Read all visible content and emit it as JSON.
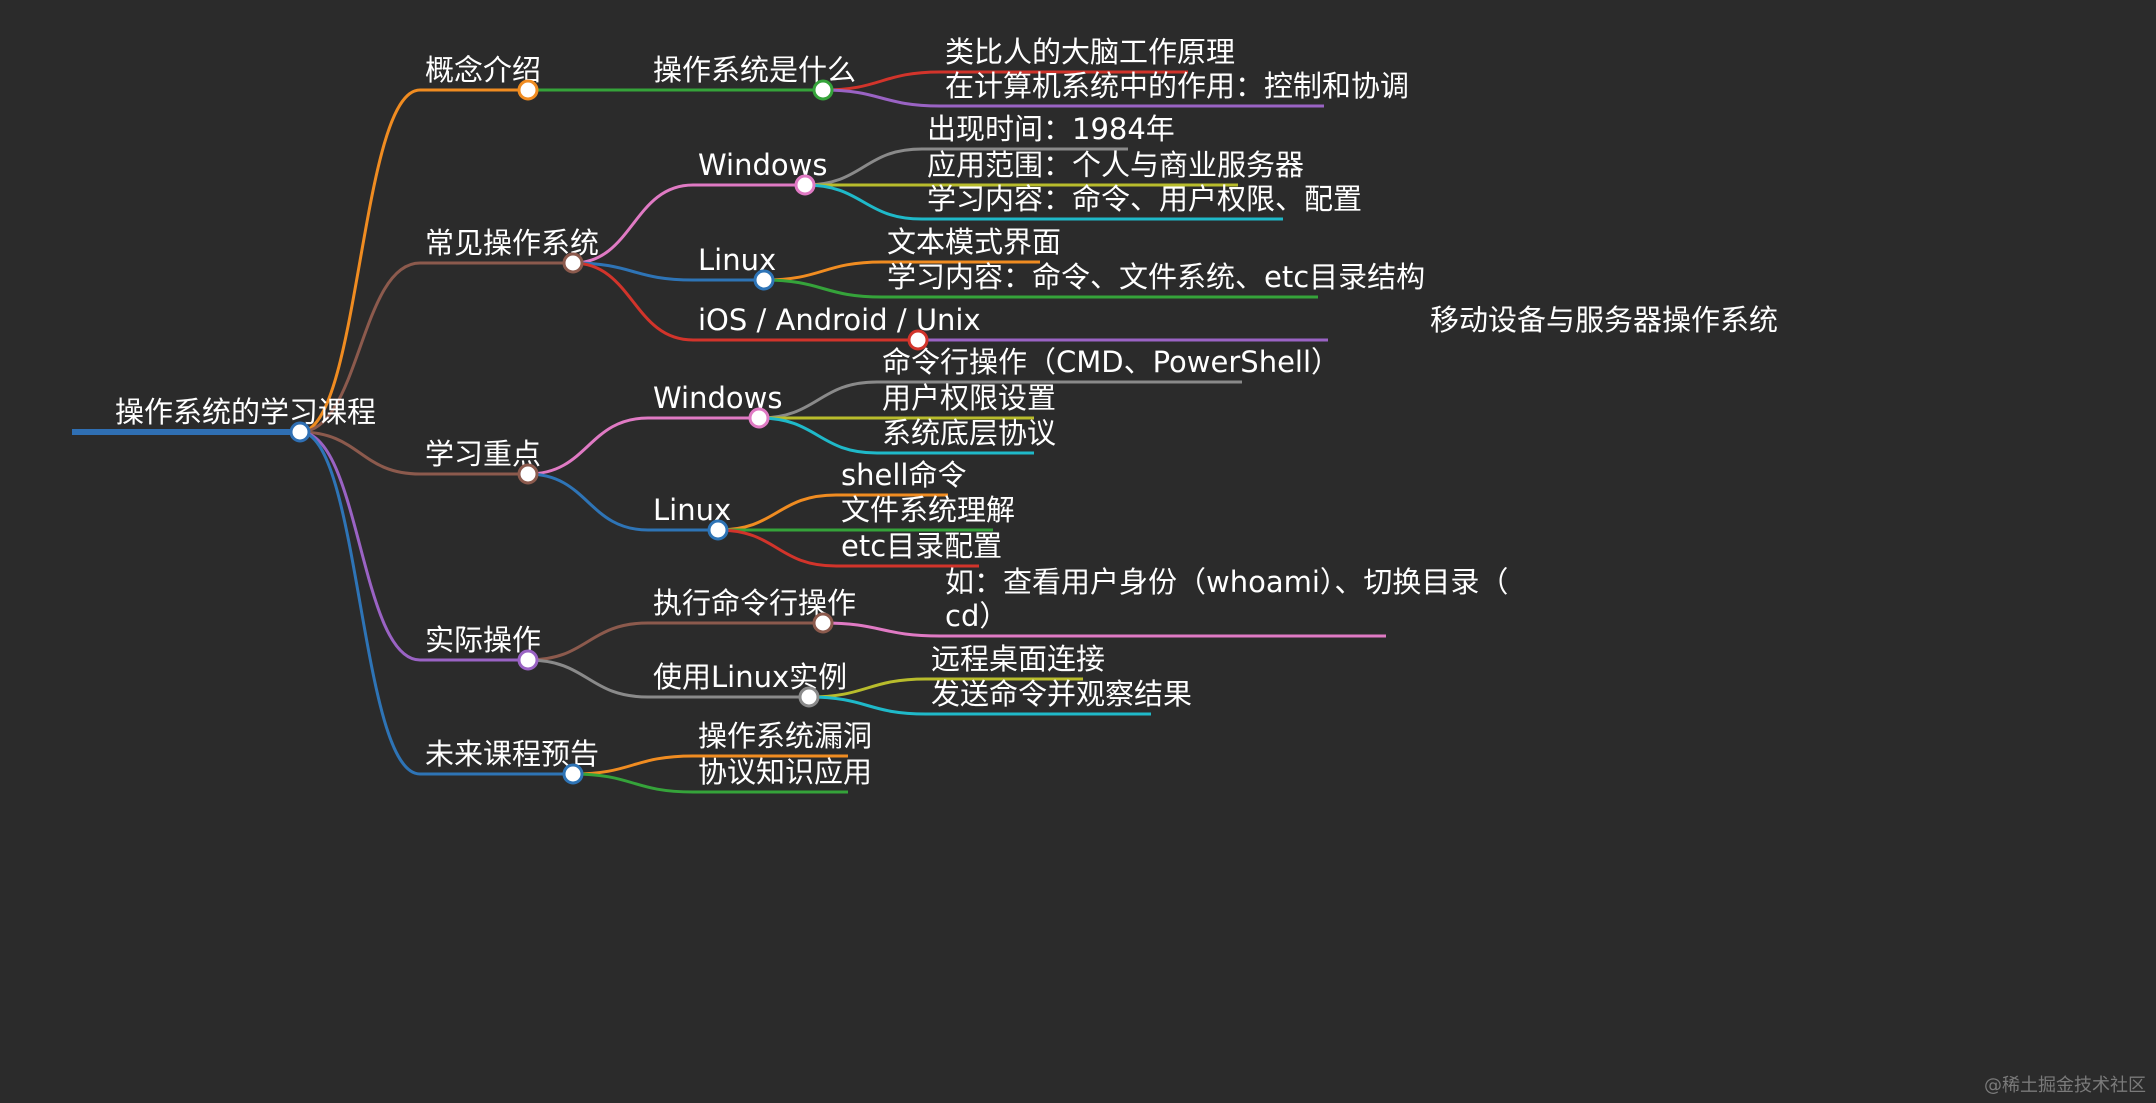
{
  "root": {
    "label": "操作系统的学习课程",
    "color": "#2f6fb3"
  },
  "branches": [
    {
      "label": "概念介绍",
      "color": "#f08c21",
      "children": [
        {
          "label": "操作系统是什么",
          "color": "#35a33a",
          "children": [
            {
              "label": "类比人的大脑工作原理",
              "color": "#d2342b"
            },
            {
              "label": "在计算机系统中的作用：控制和协调",
              "color": "#9a63c4"
            }
          ]
        }
      ]
    },
    {
      "label": "常见操作系统",
      "color": "#8c5a4d",
      "children": [
        {
          "label": "Windows",
          "color": "#e07ac4",
          "children": [
            {
              "label": "出现时间：1984年",
              "color": "#8a8a8a"
            },
            {
              "label": "应用范围：个人与商业服务器",
              "color": "#b8bc2c"
            },
            {
              "label": "学习内容：命令、用户权限、配置",
              "color": "#1fb9c9"
            }
          ]
        },
        {
          "label": "Linux",
          "color": "#2e74b6",
          "children": [
            {
              "label": "文本模式界面",
              "color": "#f08c21"
            },
            {
              "label": "学习内容：命令、文件系统、etc目录结构",
              "color": "#35a33a"
            }
          ]
        },
        {
          "label": "iOS / Android / Unix",
          "color": "#d2342b",
          "children": [
            {
              "label": "移动设备与服务器操作系统",
              "color": "#9a63c4"
            }
          ]
        }
      ]
    },
    {
      "label": "学习重点",
      "color": "#8c5a4d",
      "children": [
        {
          "label": "Windows",
          "color": "#e07ac4",
          "children": [
            {
              "label": "命令行操作（CMD、PowerShell）",
              "color": "#8a8a8a"
            },
            {
              "label": "用户权限设置",
              "color": "#b8bc2c"
            },
            {
              "label": "系统底层协议",
              "color": "#1fb9c9"
            }
          ]
        },
        {
          "label": "Linux",
          "color": "#2e74b6",
          "children": [
            {
              "label": "shell命令",
              "color": "#f08c21"
            },
            {
              "label": "文件系统理解",
              "color": "#35a33a"
            },
            {
              "label": "etc目录配置",
              "color": "#d2342b"
            }
          ]
        }
      ]
    },
    {
      "label": "实际操作",
      "color": "#9a63c4",
      "children": [
        {
          "label": "执行命令行操作",
          "color": "#8c5a4d",
          "children": [
            {
              "label": "如：查看用户身份（whoami）、切换目录（cd）",
              "color": "#e07ac4"
            }
          ]
        },
        {
          "label": "使用Linux实例",
          "color": "#8a8a8a",
          "children": [
            {
              "label": "远程桌面连接",
              "color": "#b8bc2c"
            },
            {
              "label": "发送命令并观察结果",
              "color": "#1fb9c9"
            }
          ]
        }
      ]
    },
    {
      "label": "未来课程预告",
      "color": "#2e74b6",
      "children": [
        {
          "label": "操作系统漏洞",
          "color": "#f08c21"
        },
        {
          "label": "协议知识应用",
          "color": "#35a33a"
        }
      ]
    }
  ],
  "watermark": "@稀土掘金技术社区"
}
